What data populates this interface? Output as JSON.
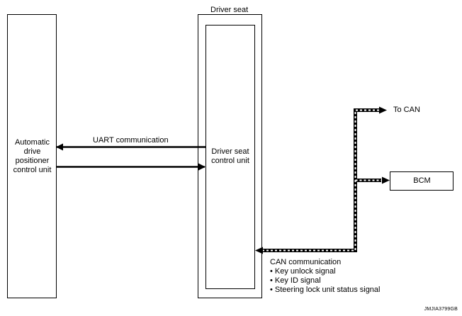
{
  "diagram": {
    "driver_seat_label": "Driver seat",
    "adp_unit_lines": [
      "Automatic",
      "drive",
      "positioner",
      "control unit"
    ],
    "driver_seat_cu_lines": [
      "Driver seat",
      "control unit"
    ],
    "uart_label": "UART communication",
    "to_can_label": "To CAN",
    "bcm_label": "BCM",
    "can_title": "CAN communication",
    "can_signals": [
      "• Key unlock signal",
      "• Key ID signal",
      "• Steering lock unit status signal"
    ],
    "figure_code": "JMJIA3799GB"
  },
  "colors": {
    "line": "#000000",
    "background": "#ffffff"
  }
}
